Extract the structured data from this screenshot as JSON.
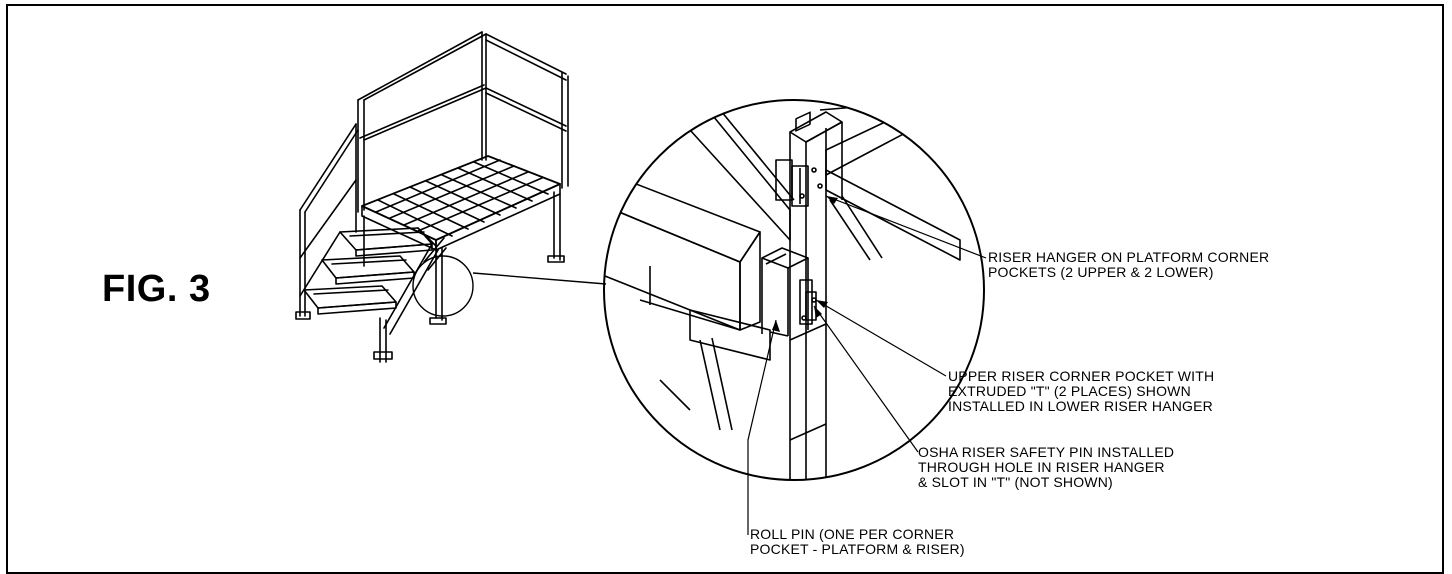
{
  "figure": {
    "label": "FIG. 3"
  },
  "callouts": {
    "riser_hanger": "RISER HANGER ON PLATFORM CORNER\nPOCKETS (2 UPPER & 2 LOWER)",
    "upper_pocket": "UPPER RISER CORNER POCKET WITH\nEXTRUDED \"T\" (2 PLACES) SHOWN\nINSTALLED IN LOWER RISER HANGER",
    "safety_pin": "OSHA RISER SAFETY PIN INSTALLED\nTHROUGH HOLE IN RISER HANGER\n& SLOT IN \"T\" (NOT SHOWN)",
    "roll_pin": "ROLL PIN (ONE PER CORNER\nPOCKET - PLATFORM & RISER)"
  },
  "colors": {
    "ink": "#000000",
    "paper": "#ffffff"
  }
}
